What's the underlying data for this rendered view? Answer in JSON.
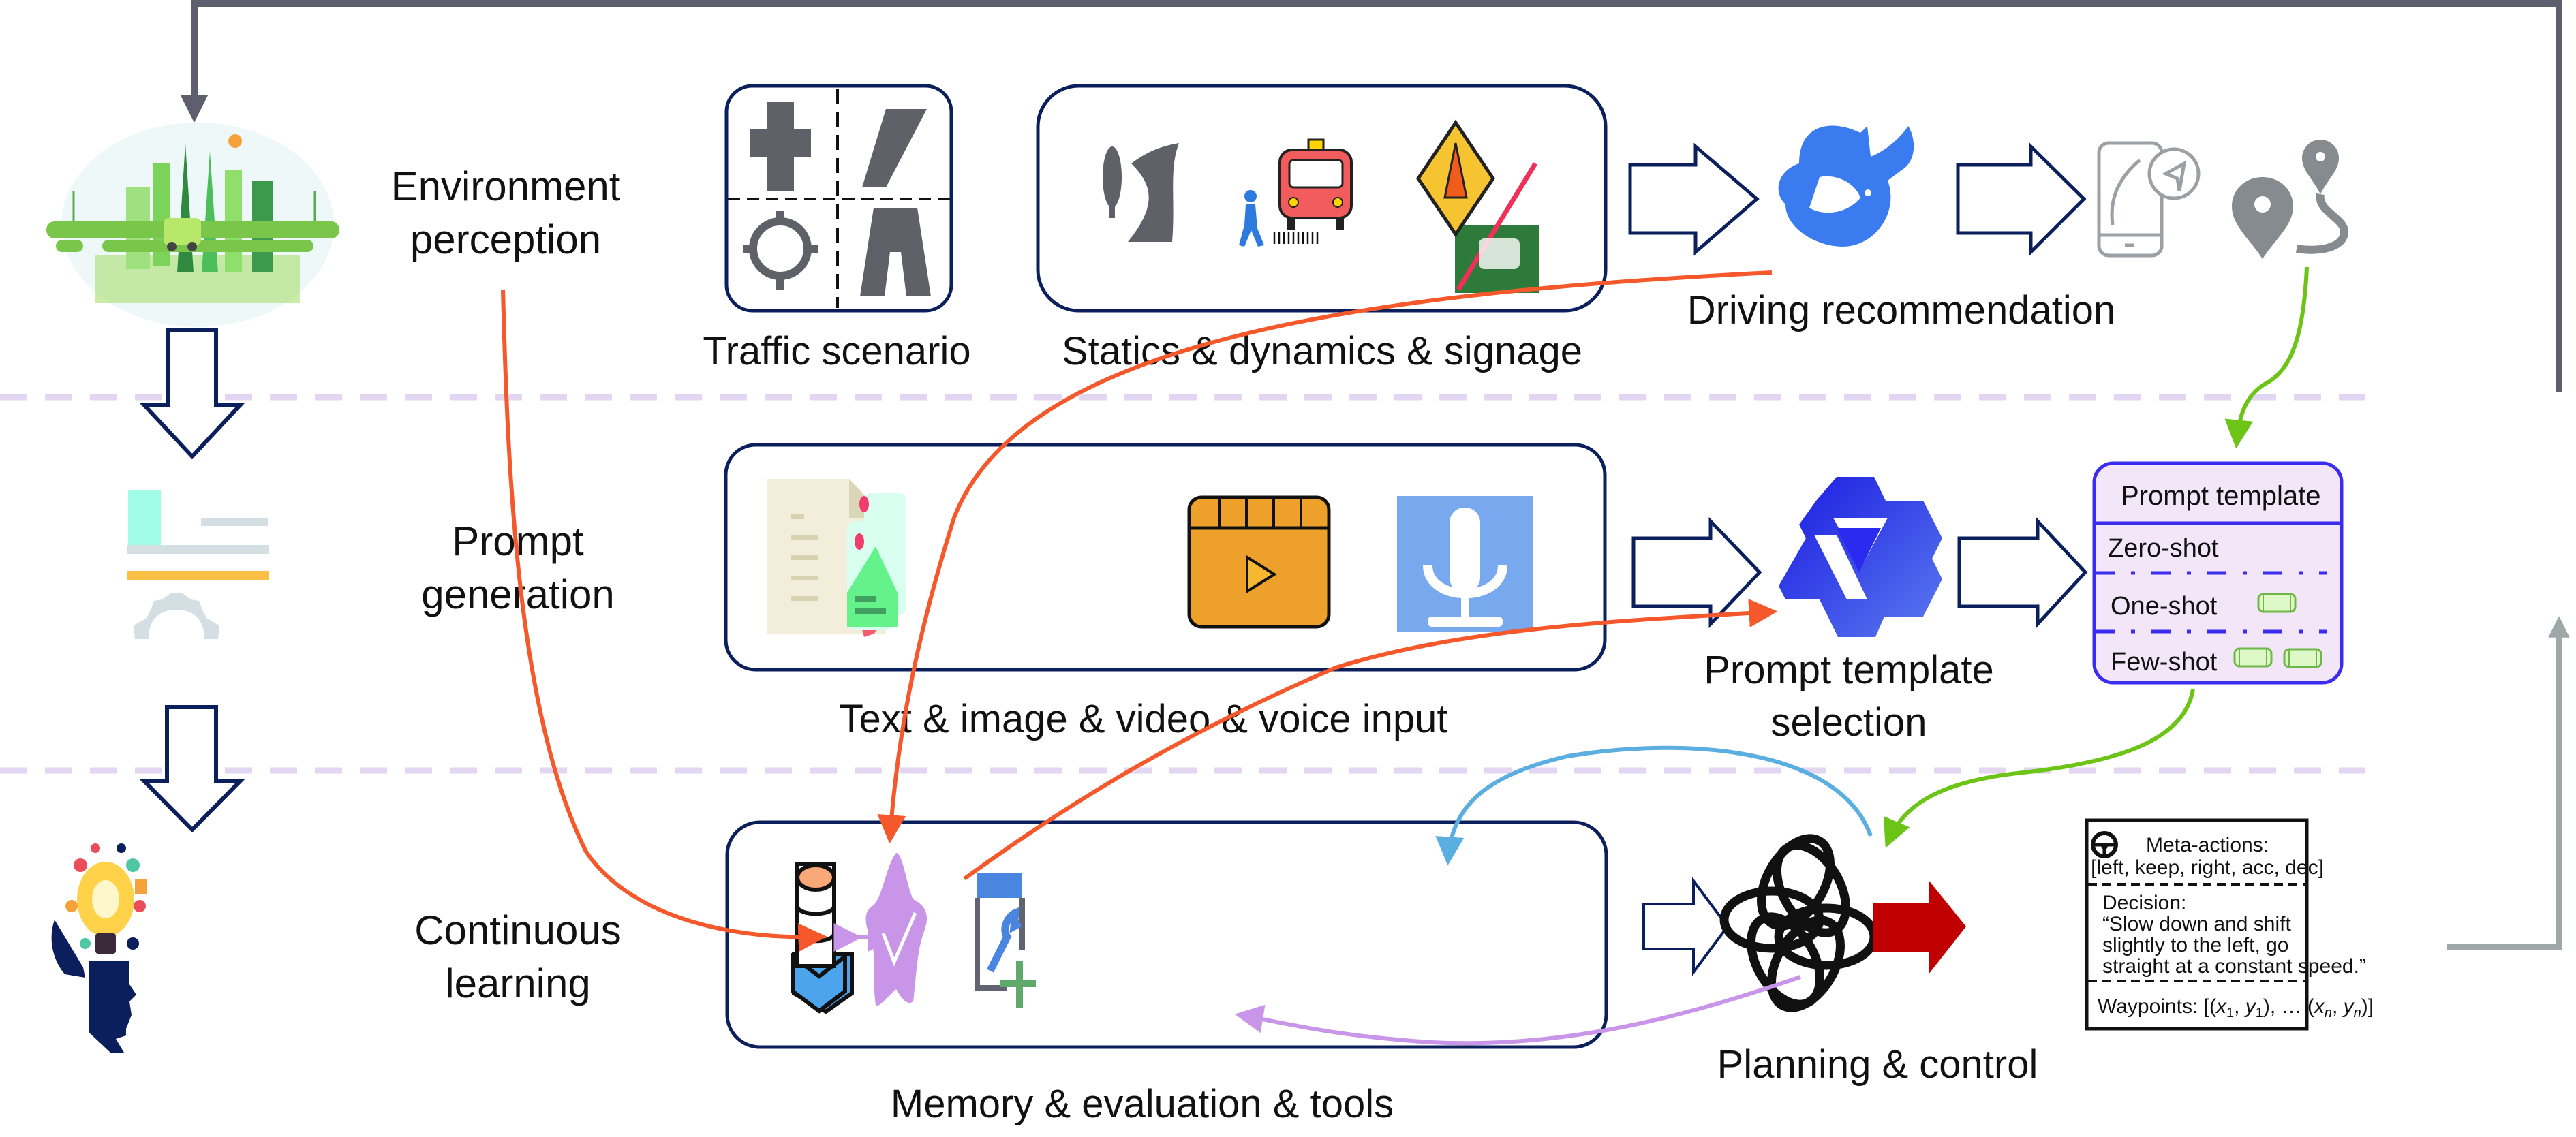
{
  "colors": {
    "box_border": "#0b1f5c",
    "hollow_arrow": "#0b1f5c",
    "feedback_line": "#5e5e6e",
    "feedback_right": "#9fa8a8",
    "separator": "#e2d6f2",
    "orange_flow": "#f4582b",
    "green_flow": "#6cc417",
    "blue_flow": "#5aaee0",
    "purple_flow": "#c895e8",
    "red_arrow": "#c00000",
    "prompt_box_fill": "#f2e6f8",
    "prompt_box_border": "#3a2cf0"
  },
  "rows": [
    {
      "id": "environment",
      "label_lines": [
        "Environment",
        "perception"
      ]
    },
    {
      "id": "prompt",
      "label_lines": [
        "Prompt",
        "generation"
      ]
    },
    {
      "id": "learning",
      "label_lines": [
        "Continuous",
        "learning"
      ]
    }
  ],
  "left_column_icons": [
    {
      "name": "smart-city-icon"
    },
    {
      "name": "document-gear-icon"
    },
    {
      "name": "head-lightbulb-icon"
    }
  ],
  "top_row": {
    "traffic_box": {
      "caption": "Traffic scenario",
      "icons": [
        "intersection-icon",
        "ramp-road-icon",
        "roundabout-icon",
        "highway-icon"
      ]
    },
    "statics_box": {
      "caption": "Statics & dynamics & signage",
      "icons": [
        "tree-road-icon",
        "pedestrian-crosswalk-icon",
        "taxi-icon",
        "construction-sign-icon",
        "no-car-sign-icon"
      ]
    },
    "model": {
      "name": "deepseek-whale-icon"
    },
    "outputs": [
      "navigation-phone-icon",
      "route-pin-icon"
    ],
    "caption": "Driving recommendation"
  },
  "middle_row": {
    "input_box": {
      "caption": "Text & image & video & voice input",
      "icons": [
        "text-document-icon",
        "image-icon",
        "video-icon",
        "microphone-icon"
      ]
    },
    "model": {
      "name": "qwen-logo-icon"
    },
    "caption_lines": [
      "Prompt template",
      "selection"
    ],
    "prompt_template": {
      "title": "Prompt template",
      "rows": [
        {
          "label": "Zero-shot",
          "examples": 0
        },
        {
          "label": "One-shot",
          "examples": 1
        },
        {
          "label": "Few-shot",
          "examples": 2
        }
      ]
    }
  },
  "bottom_row": {
    "memory_box": {
      "caption": "Memory & evaluation & tools",
      "icons": [
        "database-icon",
        "star-check-icon",
        "tool-window-icon"
      ]
    },
    "model": {
      "name": "openai-knot-icon"
    },
    "caption": "Planning & control",
    "output_box": {
      "meta_actions_title": "Meta-actions:",
      "meta_actions_list": "[left, keep, right, acc, dec]",
      "decision_title": "Decision:",
      "decision_lines": [
        "“Slow down and shift",
        "slightly to the left, go",
        "straight at a constant speed.”"
      ],
      "waypoints_label": "Waypoints: [(",
      "waypoints_x1": "x",
      "waypoints_sub1": "1",
      "waypoints_sep": ", ",
      "waypoints_y1": "y",
      "waypoints_sub1b": "1",
      "waypoints_mid": "), … (",
      "waypoints_xn": "x",
      "waypoints_subn": "n",
      "waypoints_sep2": ", ",
      "waypoints_yn": "y",
      "waypoints_subn2": "n",
      "waypoints_end": ")]"
    }
  }
}
